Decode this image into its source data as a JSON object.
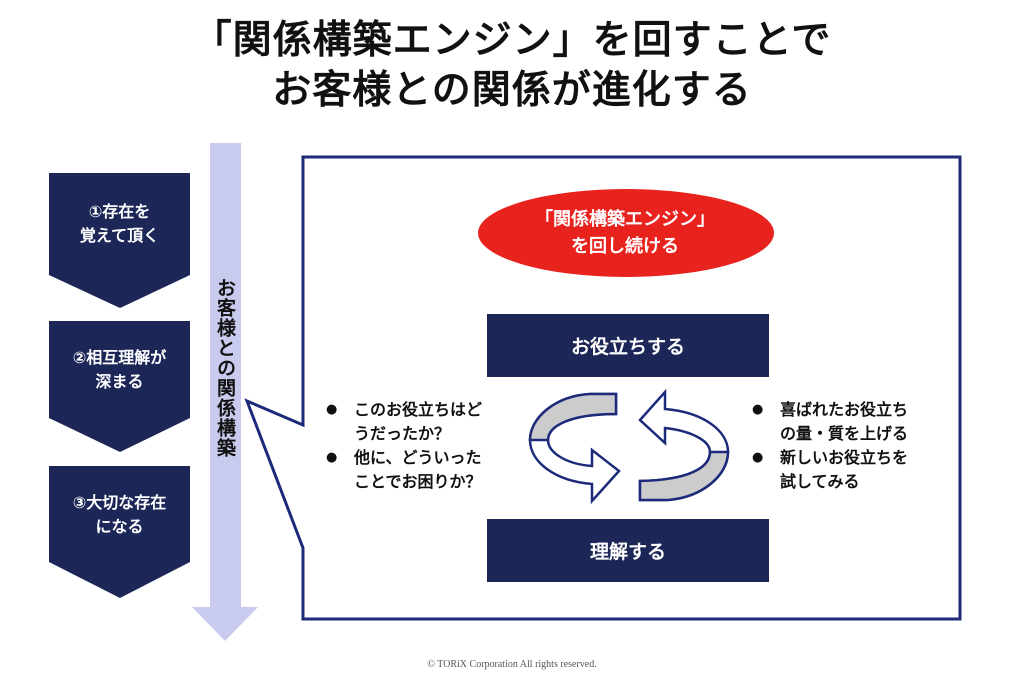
{
  "title": {
    "line1": "「関係構築エンジン」を回すことで",
    "line2": "お客様との関係が進化する"
  },
  "steps": [
    {
      "line1": "①存在を",
      "line2": "覚えて頂く"
    },
    {
      "line1": "②相互理解が",
      "line2": "深まる"
    },
    {
      "line1": "③大切な存在",
      "line2": "になる"
    }
  ],
  "vertical_label": "お客様との関係構築",
  "engine": {
    "line1": "「関係構築エンジン」",
    "line2": "を回し続ける"
  },
  "top_box": "お役立ちする",
  "bottom_box": "理解する",
  "left_bullets": [
    {
      "line1": "このお役立ちはど",
      "line2": "うだったか？"
    },
    {
      "line1": "他に、どういった",
      "line2": "ことでお困りか？"
    }
  ],
  "right_bullets": [
    {
      "line1": "喜ばれたお役立ち",
      "line2": "の量・質を上げる"
    },
    {
      "line1": "新しいお役立ちを",
      "line2": "試してみる"
    }
  ],
  "copyright": "© TORiX Corporation All rights reserved.",
  "colors": {
    "navy": "#1c2657",
    "red": "#e8231e",
    "lavender": "#c9cbee",
    "frame": "#1d2a7a",
    "gray": "#cccccc"
  }
}
